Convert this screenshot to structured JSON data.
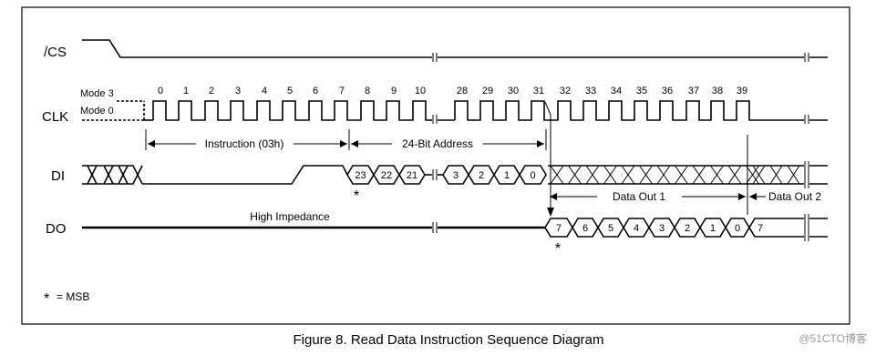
{
  "signals": {
    "cs": "/CS",
    "clk": "CLK",
    "di": "DI",
    "do": "DO"
  },
  "modes": {
    "mode3": "Mode 3",
    "mode0": "Mode 0"
  },
  "clock_numbers_a": [
    "0",
    "1",
    "2",
    "3",
    "4",
    "5",
    "6",
    "7",
    "8",
    "9",
    "10"
  ],
  "clock_numbers_b": [
    "28",
    "29",
    "30",
    "31",
    "32",
    "33",
    "34",
    "35",
    "36",
    "37",
    "38",
    "39"
  ],
  "annotations": {
    "instruction": "Instruction (03h)",
    "address": "24-Bit Address",
    "data_out_1": "Data Out 1",
    "data_out_2": "Data Out 2",
    "high_impedance": "High Impedance",
    "msb_legend": "= MSB",
    "star": "*"
  },
  "di_address_bits": [
    "23",
    "22",
    "21",
    "3",
    "2",
    "1",
    "0"
  ],
  "do_data_bits": [
    "7",
    "6",
    "5",
    "4",
    "3",
    "2",
    "1",
    "0",
    "7"
  ],
  "caption": "Figure 8. Read Data Instruction Sequence Diagram",
  "watermark": "@51CTO博客"
}
